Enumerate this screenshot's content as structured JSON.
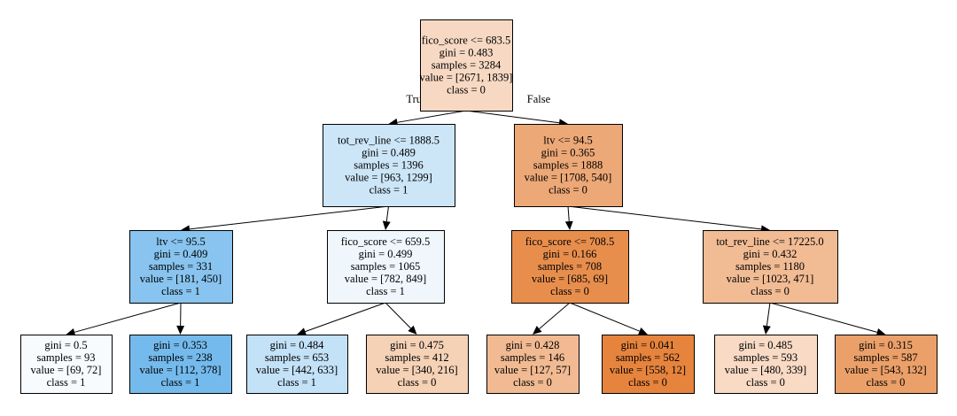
{
  "tree": {
    "nodes": [
      {
        "id": "n0",
        "lines": [
          "fico_score <= 683.5",
          "gini = 0.483",
          "samples = 3284",
          "value = [2671, 1839]",
          "class = 0"
        ],
        "color": "#f7d9c3"
      },
      {
        "id": "n1",
        "lines": [
          "tot_rev_line <= 1888.5",
          "gini = 0.489",
          "samples = 1396",
          "value = [963, 1299]",
          "class = 1"
        ],
        "color": "#cce6f8"
      },
      {
        "id": "n2",
        "lines": [
          "ltv <= 94.5",
          "gini = 0.365",
          "samples = 1888",
          "value = [1708, 540]",
          "class = 0"
        ],
        "color": "#eda877"
      },
      {
        "id": "n3",
        "lines": [
          "ltv <= 95.5",
          "gini = 0.409",
          "samples = 331",
          "value = [181, 450]",
          "class = 1"
        ],
        "color": "#88c4ef"
      },
      {
        "id": "n4",
        "lines": [
          "fico_score <= 659.5",
          "gini = 0.499",
          "samples = 1065",
          "value = [782, 849]",
          "class = 1"
        ],
        "color": "#eff7fd"
      },
      {
        "id": "n5",
        "lines": [
          "fico_score <= 708.5",
          "gini = 0.166",
          "samples = 708",
          "value = [685, 69]",
          "class = 0"
        ],
        "color": "#e88e4d"
      },
      {
        "id": "n6",
        "lines": [
          "tot_rev_line <= 17225.0",
          "gini = 0.432",
          "samples = 1180",
          "value = [1023, 471]",
          "class = 0"
        ],
        "color": "#f1bb94"
      },
      {
        "id": "n7",
        "lines": [
          "gini = 0.5",
          "samples = 93",
          "value = [69, 72]",
          "class = 1"
        ],
        "color": "#f7fbfe"
      },
      {
        "id": "n8",
        "lines": [
          "gini = 0.353",
          "samples = 238",
          "value = [112, 378]",
          "class = 1"
        ],
        "color": "#74baed"
      },
      {
        "id": "n9",
        "lines": [
          "gini = 0.484",
          "samples = 653",
          "value = [442, 633]",
          "class = 1"
        ],
        "color": "#c3e1f7"
      },
      {
        "id": "n10",
        "lines": [
          "gini = 0.475",
          "samples = 412",
          "value = [340, 216]",
          "class = 0"
        ],
        "color": "#f5d1b6"
      },
      {
        "id": "n11",
        "lines": [
          "gini = 0.428",
          "samples = 146",
          "value = [127, 57]",
          "class = 0"
        ],
        "color": "#f1ba92"
      },
      {
        "id": "n12",
        "lines": [
          "gini = 0.041",
          "samples = 562",
          "value = [558, 12]",
          "class = 0"
        ],
        "color": "#e6843d"
      },
      {
        "id": "n13",
        "lines": [
          "gini = 0.485",
          "samples = 593",
          "value = [480, 339]",
          "class = 0"
        ],
        "color": "#f8dac5"
      },
      {
        "id": "n14",
        "lines": [
          "gini = 0.315",
          "samples = 587",
          "value = [543, 132]",
          "class = 0"
        ],
        "color": "#eba069"
      }
    ],
    "edges": [
      {
        "from": "n0",
        "to": "n1",
        "label": "True"
      },
      {
        "from": "n0",
        "to": "n2",
        "label": "False"
      },
      {
        "from": "n1",
        "to": "n3",
        "label": ""
      },
      {
        "from": "n1",
        "to": "n4",
        "label": ""
      },
      {
        "from": "n2",
        "to": "n5",
        "label": ""
      },
      {
        "from": "n2",
        "to": "n6",
        "label": ""
      },
      {
        "from": "n3",
        "to": "n7",
        "label": ""
      },
      {
        "from": "n3",
        "to": "n8",
        "label": ""
      },
      {
        "from": "n4",
        "to": "n9",
        "label": ""
      },
      {
        "from": "n4",
        "to": "n10",
        "label": ""
      },
      {
        "from": "n5",
        "to": "n11",
        "label": ""
      },
      {
        "from": "n5",
        "to": "n12",
        "label": ""
      },
      {
        "from": "n6",
        "to": "n13",
        "label": ""
      },
      {
        "from": "n6",
        "to": "n14",
        "label": ""
      }
    ]
  }
}
